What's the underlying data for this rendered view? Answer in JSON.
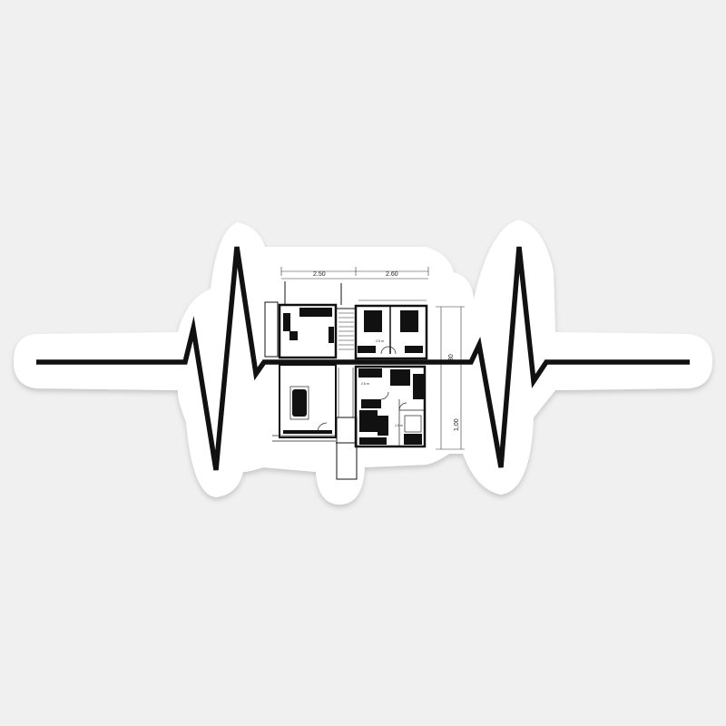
{
  "sticker": {
    "background_color": "#f0f0f0",
    "sticker_color": "#ffffff",
    "line_color": "#111111"
  },
  "floorplan": {
    "dim_top_left": "2.50",
    "dim_top_right": "2.60",
    "dim_right_upper": "30",
    "dim_right_lower": "1,00",
    "room_label_a": "2.5 m",
    "room_label_b": "2.6 m",
    "room_label_c": "1.0 m"
  }
}
